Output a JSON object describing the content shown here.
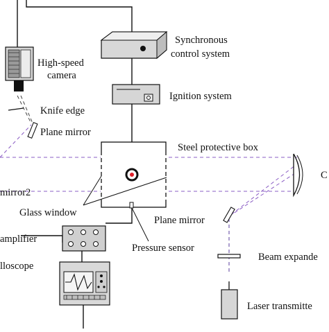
{
  "diagram": {
    "labels": {
      "synchronous": "Synchronous",
      "control_system": "control system",
      "high_speed": "High-speed",
      "camera": "camera",
      "ignition_system": "Ignition system",
      "knife_edge": "Knife edge",
      "plane_mirror_left": "Plane mirror",
      "steel_box": "Steel protective box",
      "concave_mirror_partial": "C",
      "mirror2_partial": "mirror2",
      "glass_window": "Glass window",
      "plane_mirror_right": "Plane mirror",
      "amplifier_partial": "amplifier",
      "pressure_sensor": "Pressure sensor",
      "beam_expander_partial": "Beam expande",
      "oscilloscope_partial": "lloscope",
      "laser_transmitter_partial": "Laser transmitte"
    },
    "colors": {
      "laser_beam": "#8a5cc4",
      "ignition_point": "#e0202a",
      "line": "#111111",
      "box_fill": "#e4e4e4"
    }
  }
}
